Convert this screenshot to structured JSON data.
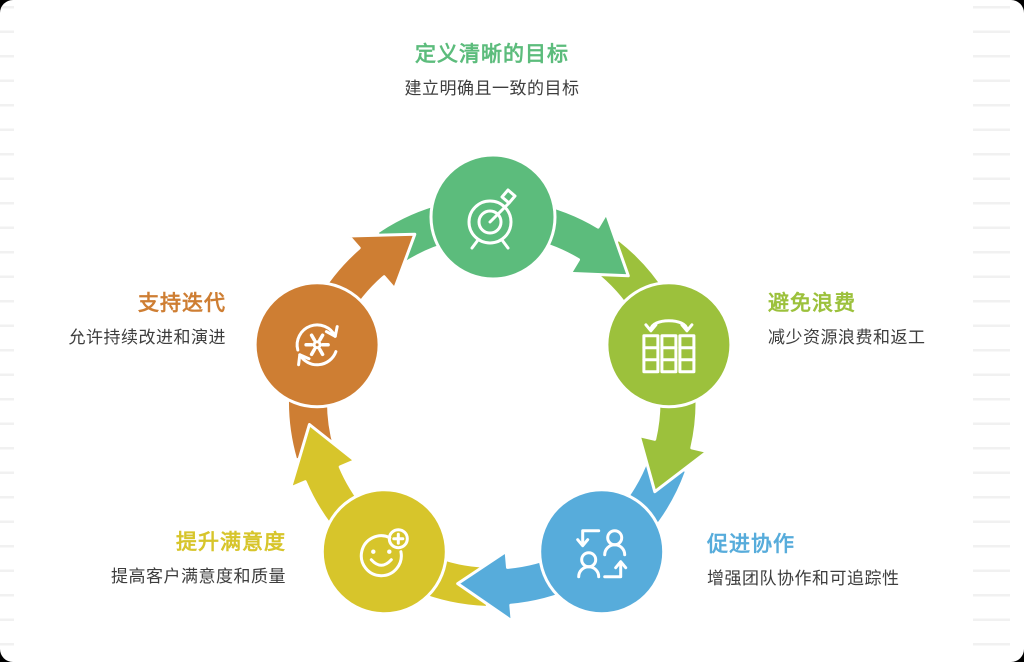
{
  "page": {
    "background": "#000000",
    "card_background": "#ffffff",
    "ruled_line_color": "#f1f1f1",
    "subtitle_color": "#3d3d3d"
  },
  "nodes": [
    {
      "id": "define-goals",
      "title": "定义清晰的目标",
      "subtitle": "建立明确且一致的目标",
      "color": "#5CBC7C",
      "icon": "target-icon"
    },
    {
      "id": "avoid-waste",
      "title": "避免浪费",
      "subtitle": "减少资源浪费和返工",
      "color": "#9CC13C",
      "icon": "columns-swap-icon"
    },
    {
      "id": "promote-collaboration",
      "title": "促进协作",
      "subtitle": "增强团队协作和可追踪性",
      "color": "#57ACDB",
      "icon": "people-exchange-icon"
    },
    {
      "id": "improve-satisfaction",
      "title": "提升满意度",
      "subtitle": "提高客户满意度和质量",
      "color": "#D7C52B",
      "icon": "smiley-plus-icon"
    },
    {
      "id": "support-iteration",
      "title": "支持迭代",
      "subtitle": "允许持续改进和演进",
      "color": "#CE7E33",
      "icon": "gear-cycle-icon"
    }
  ]
}
